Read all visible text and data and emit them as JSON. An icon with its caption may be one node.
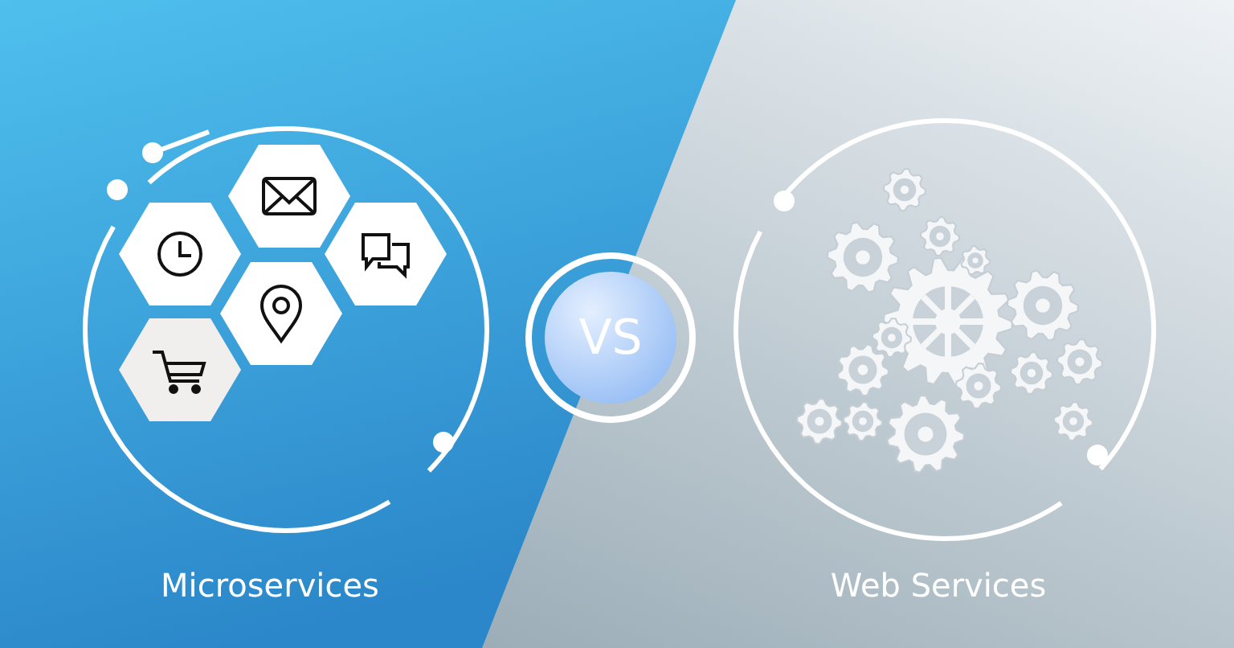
{
  "diagram": {
    "nodes": [
      {
        "text": [
          "VS"
        ]
      }
    ],
    "labels": [
      "Microservices",
      "Web Services"
    ]
  }
}
